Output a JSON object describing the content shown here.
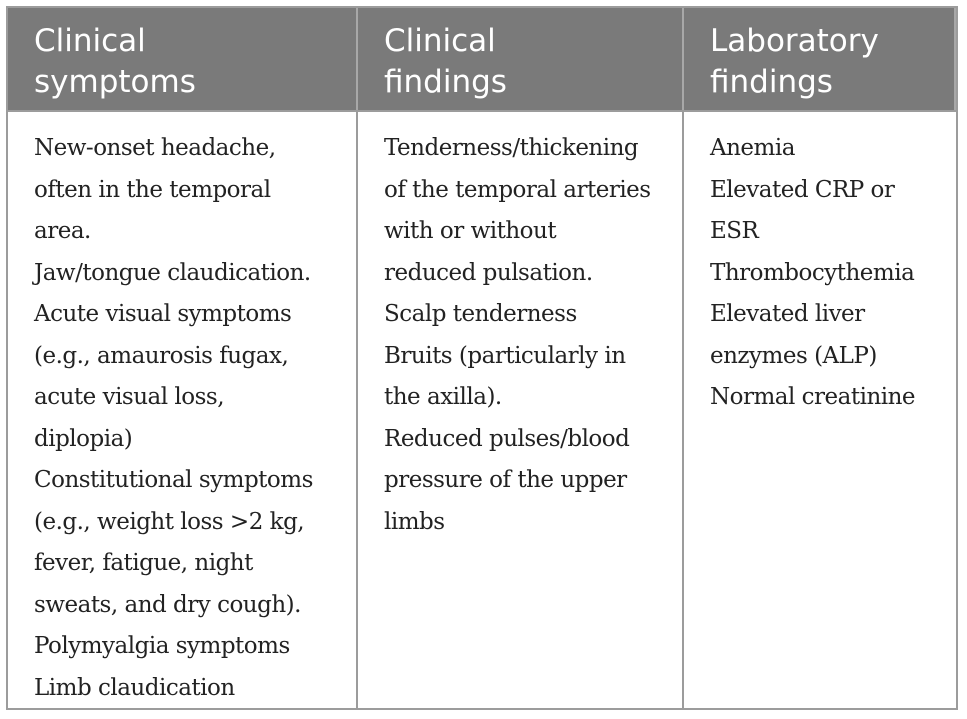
{
  "table": {
    "headers": [
      [
        "Clinical",
        "symptoms"
      ],
      [
        "Clinical",
        "findings"
      ],
      [
        "Laboratory",
        "findings"
      ]
    ],
    "columns": [
      [
        "New-onset headache,",
        "often in the temporal",
        "area.",
        "Jaw/tongue claudication.",
        "Acute visual symptoms",
        "(e.g., amaurosis fugax,",
        "acute visual loss,",
        "diplopia)",
        "Constitutional symptoms",
        "(e.g., weight loss >2 kg,",
        "fever, fatigue, night",
        "sweats, and dry cough).",
        "Polymyalgia symptoms",
        "Limb claudication"
      ],
      [
        "Tenderness/thickening",
        "of the temporal arteries",
        "with or without",
        "reduced pulsation.",
        "Scalp tenderness",
        "Bruits (particularly in",
        "the axilla).",
        "Reduced pulses/blood",
        "pressure of the upper",
        "limbs"
      ],
      [
        "Anemia",
        "Elevated CRP or",
        "ESR",
        "Thrombocythemia",
        "Elevated liver",
        "enzymes (ALP)",
        "Normal creatinine"
      ]
    ]
  }
}
